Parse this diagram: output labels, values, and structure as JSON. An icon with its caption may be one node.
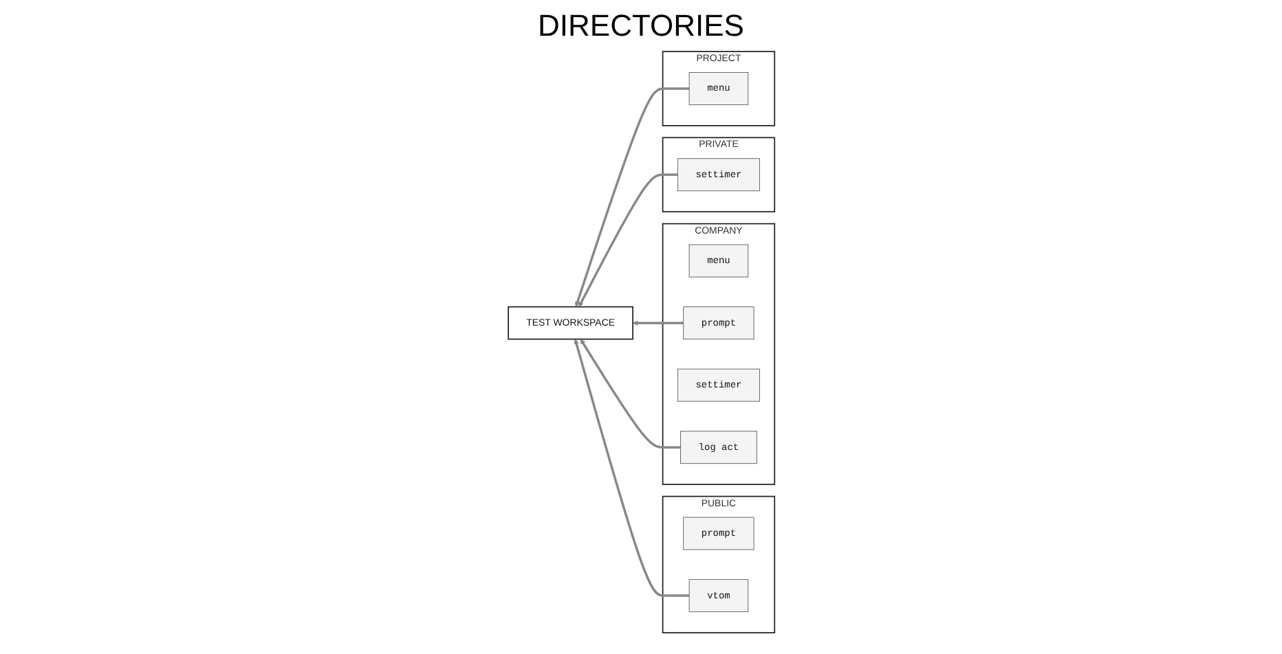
{
  "diagram": {
    "title": "DIRECTORIES",
    "nodes": [
      {
        "text": [
          "TEST WORKSPACE"
        ]
      },
      {
        "text": [
          "PRIVATE"
        ]
      },
      {
        "text": [
          "settimer"
        ],
        "in": 1
      },
      {
        "text": [
          "PROJECT"
        ]
      },
      {
        "text": [
          "menu"
        ],
        "in": 3
      },
      {
        "text": [
          "COMPANY"
        ]
      },
      {
        "text": [
          "menu"
        ],
        "in": 5
      },
      {
        "text": [
          "prompt"
        ],
        "in": 5
      },
      {
        "text": [
          "settimer"
        ],
        "in": 5
      },
      {
        "text": [
          "log act"
        ],
        "in": 5
      },
      {
        "text": [
          "PUBLIC"
        ]
      },
      {
        "text": [
          "prompt"
        ],
        "in": 10
      },
      {
        "text": [
          "vtom"
        ],
        "in": 10
      }
    ],
    "edges": [
      {
        "from": 4,
        "to": 0,
        "arrow": "to"
      },
      {
        "from": 7,
        "to": 0,
        "arrow": "to"
      },
      {
        "from": 2,
        "to": 0,
        "arrow": "to"
      },
      {
        "from": 12,
        "to": 0,
        "arrow": "to"
      },
      {
        "from": 9,
        "to": 0,
        "arrow": "to"
      }
    ]
  }
}
